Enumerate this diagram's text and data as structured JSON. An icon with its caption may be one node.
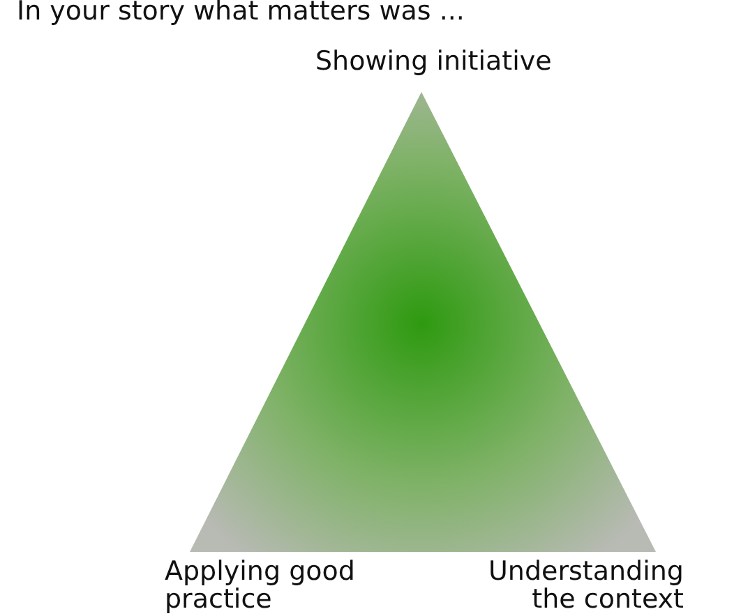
{
  "diagram": {
    "title": "In your story what matters was ...",
    "labels": [
      "Showing initiative",
      "Applying good practice",
      "Understanding the context"
    ]
  }
}
